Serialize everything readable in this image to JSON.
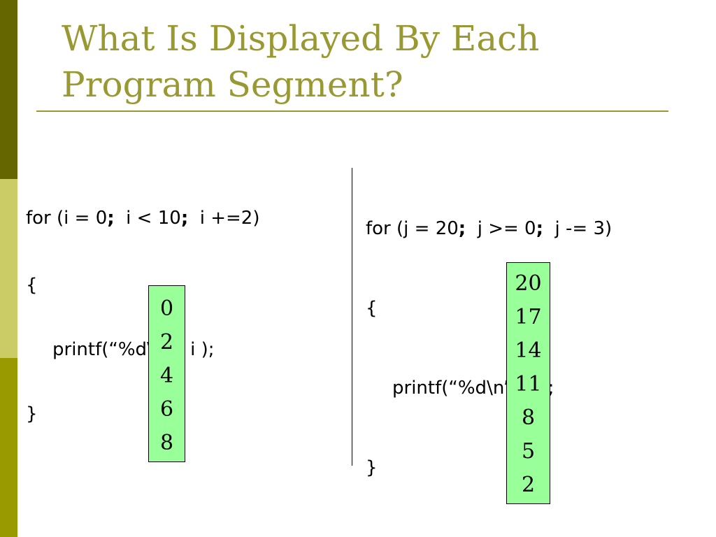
{
  "slide": {
    "title": "What Is Displayed By Each\nProgram Segment?"
  },
  "left_segment": {
    "line1_a": "for (i = 0",
    "line1_semi1": ";",
    "line1_b": "  i < 10",
    "line1_semi2": ";",
    "line1_c": "  i +=2)",
    "line2": "{",
    "line3": "printf(“%d\\n”,  i );",
    "line4": "}",
    "output": [
      "0",
      "2",
      "4",
      "6",
      "8"
    ]
  },
  "right_segment": {
    "line1_a": "for (j = 20",
    "line1_semi1": ";",
    "line1_b": "  j >= 0",
    "line1_semi2": ";",
    "line1_c": "  j -= 3)",
    "line2": "{",
    "line3": "printf(“%d\\n”,  j );",
    "line4": "}",
    "output": [
      "20",
      "17",
      "14",
      "11",
      "8",
      "5",
      "2"
    ]
  },
  "colors": {
    "title": "#999933",
    "sidebar_dark": "#666600",
    "sidebar_light": "#cccc66",
    "sidebar_mid": "#999900",
    "output_box": "#99ff99"
  }
}
